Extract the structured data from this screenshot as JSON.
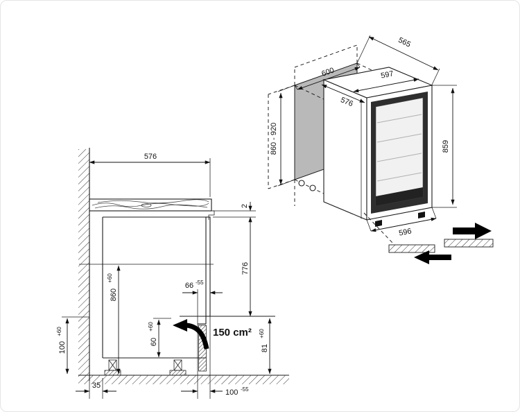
{
  "diagram": {
    "type": "built-in appliance installation drawing",
    "colors": {
      "line": "#1a1a1a",
      "niche_panel": "#b9b9b9",
      "arrow": "#000000",
      "door_frame": "#2e2e2e"
    },
    "section": {
      "top_width": "576",
      "counter_gap": "2",
      "door_height": "776",
      "niche_height": {
        "value": "860",
        "tol": "+60"
      },
      "left_clearance": {
        "value": "100",
        "tol": "+60"
      },
      "recess": {
        "value": "66",
        "tol": "-55"
      },
      "vent_height": {
        "value": "60",
        "tol": "+60"
      },
      "vent_area": "150 cm²",
      "plinth_height": {
        "value": "81",
        "tol": "+60"
      },
      "wall_distance": "35",
      "plinth_depth": {
        "value": "100",
        "tol": "-55"
      }
    },
    "iso": {
      "niche_depth": "565",
      "niche_width": "600",
      "niche_height_range": "860 - 920",
      "appliance_top_width": "597",
      "appliance_top_depth": "576",
      "appliance_height": "859",
      "appliance_bottom_width": "596"
    }
  }
}
